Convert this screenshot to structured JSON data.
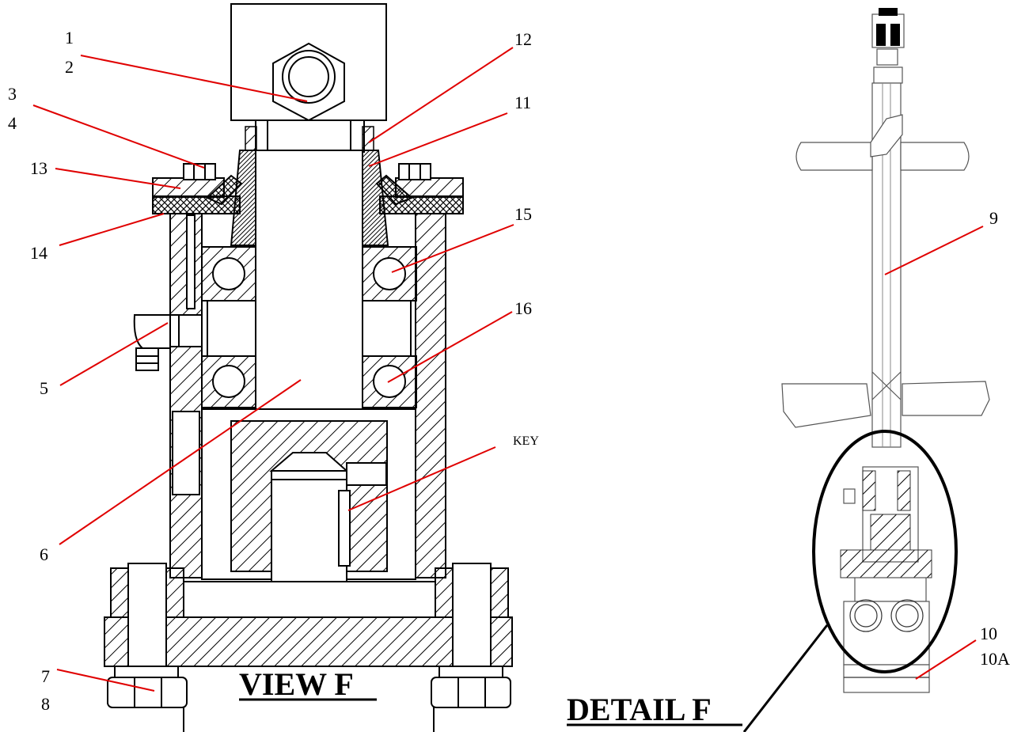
{
  "labels": {
    "l1": "1",
    "l2": "2",
    "l3": "3",
    "l4": "4",
    "l5": "5",
    "l6": "6",
    "l7": "7",
    "l8": "8",
    "l9": "9",
    "l10": "10",
    "l10a": "10A",
    "l11": "11",
    "l12": "12",
    "l13": "13",
    "l14": "14",
    "l15": "15",
    "l16": "16",
    "key": "KEY"
  },
  "titles": {
    "view": "VIEW F",
    "detail": "DETAIL F"
  },
  "colors": {
    "leader": "#e00000",
    "outline": "#000000"
  }
}
